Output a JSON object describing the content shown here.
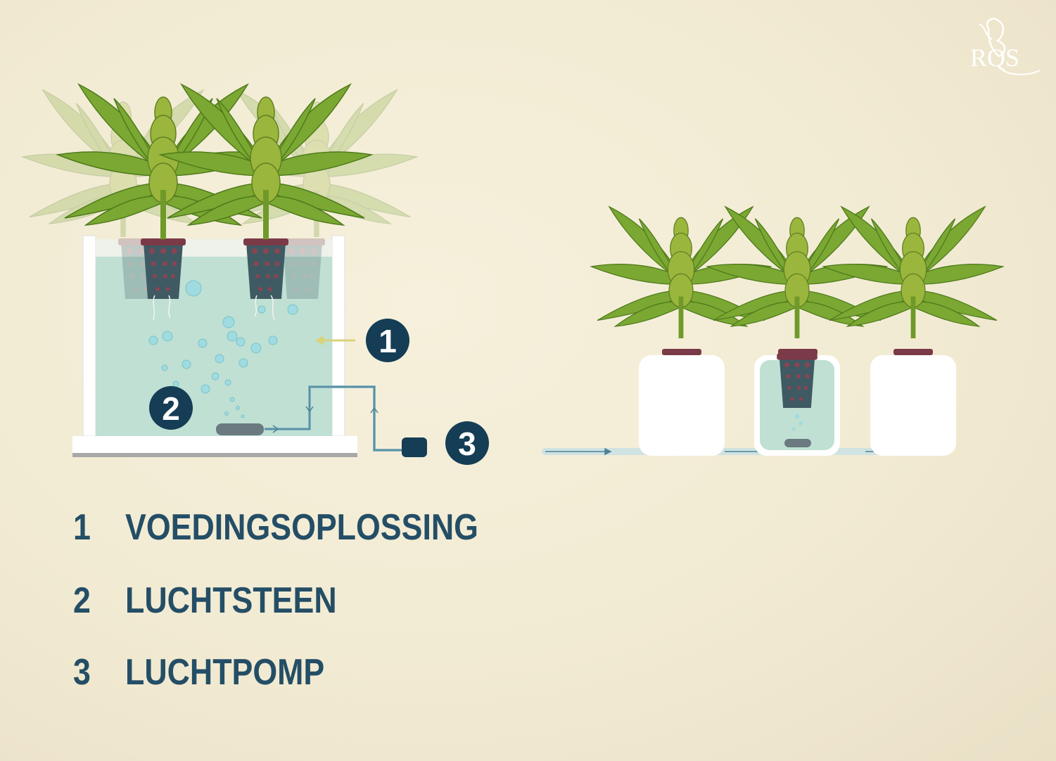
{
  "logo": {
    "text": "RQS"
  },
  "callouts": [
    {
      "number": "1",
      "label": "VOEDINGSOPLOSSING"
    },
    {
      "number": "2",
      "label": "LUCHTSTEEN"
    },
    {
      "number": "3",
      "label": "LUCHTPOMP"
    }
  ],
  "colors": {
    "badge": "#153d55",
    "legend_text": "#244e66",
    "water": "#bfe0d3",
    "leaf": "#7aa832",
    "leaf_dark": "#4f7a1c",
    "bud": "#9bb63c",
    "net_pot": "#3f5a63",
    "air_stone": "#6a7a80",
    "tube": "#88b7c4",
    "arrow_yellow": "#d9d37a"
  },
  "icons": [
    "lion-logo-icon",
    "arrow-left-icon",
    "air-tube-icon",
    "bubbles-icon"
  ]
}
